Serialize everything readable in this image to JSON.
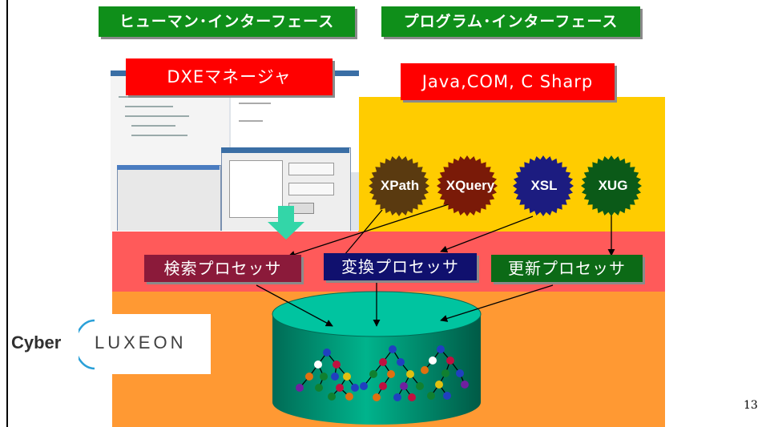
{
  "header": {
    "human_interface": "ヒューマン･インターフェース",
    "program_interface": "プログラム･インターフェース"
  },
  "tools": {
    "dxe_manager": "DXEマネージャ",
    "apis": "Java,COM, C Sharp"
  },
  "languages": [
    {
      "label": "XPath",
      "color": "#5a3a10"
    },
    {
      "label": "XQuery",
      "color": "#7a1a08"
    },
    {
      "label": "XSL",
      "color": "#1c1c80"
    },
    {
      "label": "XUG",
      "color": "#0b5a18"
    }
  ],
  "processors": [
    {
      "label": "検索プロセッサ",
      "color": "#8b1a3a"
    },
    {
      "label": "変換プロセッサ",
      "color": "#10106e"
    },
    {
      "label": "更新プロセッサ",
      "color": "#0c6a16"
    }
  ],
  "logo": {
    "left": "Cyber",
    "right": "LUXEON"
  },
  "colors": {
    "layer_yellow": "#ffcc00",
    "layer_red": "#ff5a5a",
    "layer_orange": "#ff9933",
    "cylinder": "#00a884"
  },
  "page_number": "13"
}
